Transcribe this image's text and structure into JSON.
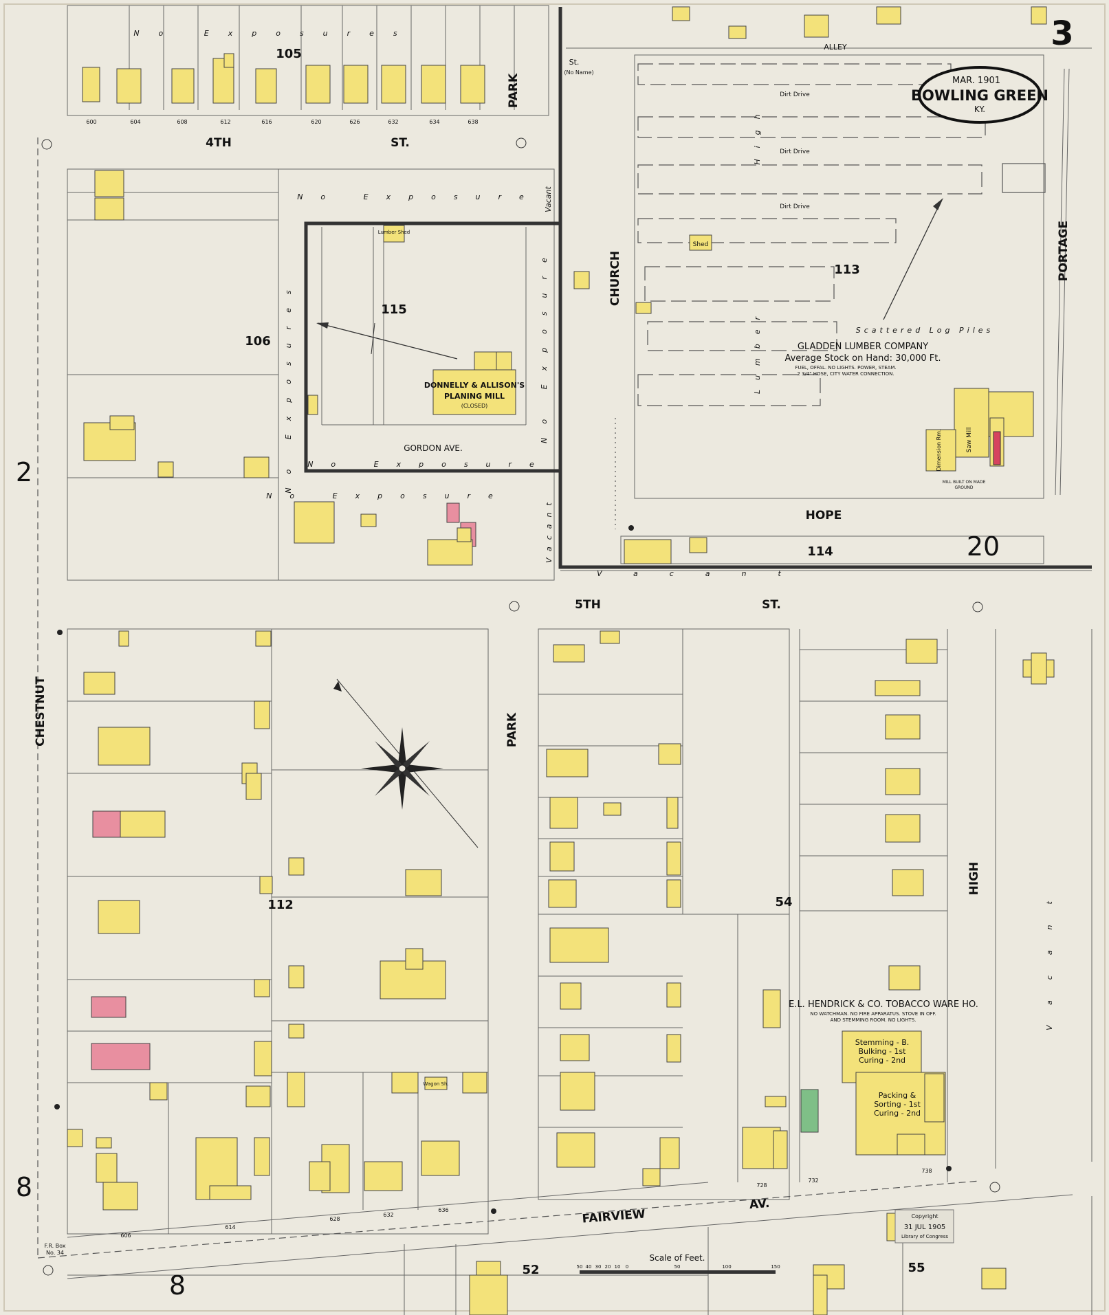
{
  "title": {
    "date": "MAR. 1901",
    "city": "BOWLING GREEN",
    "state": "KY."
  },
  "sheet_number": "3",
  "adjacent_sheets": {
    "left_upper": "2",
    "left_lower": "8",
    "bottom": "8",
    "right": "20",
    "blocks": [
      "52",
      "55",
      "54"
    ]
  },
  "streets": {
    "fourth": "4TH",
    "fourth_st": "ST.",
    "fifth": "5TH",
    "fifth_st": "ST.",
    "park_upper": "PARK",
    "park_lower": "PARK",
    "church": "CHURCH",
    "chestnut": "CHESTNUT",
    "high": "HIGH",
    "portage": "PORTAGE",
    "hope": "HOPE",
    "fairview": "FAIRVIEW",
    "fairview_av": "AV.",
    "gordon": "GORDON AVE.",
    "alley": "ALLEY",
    "st_no_name": "St.",
    "no_name": "(No Name)"
  },
  "blocks": {
    "b105": "105",
    "b106": "106",
    "b115": "115",
    "b113": "113",
    "b114": "114",
    "b112": "112",
    "b54": "54",
    "b52": "52",
    "b55": "55",
    "b20": "20",
    "b8": "8",
    "b2": "2",
    "b8_left": "8"
  },
  "labels": {
    "no_exposures": "No Exposures",
    "no_exposure": "No Exposure",
    "vacant": "Vacant",
    "dirt_drive": "Dirt Drive",
    "lumber": "Lumber",
    "high_rotated": "High",
    "scattered_log_piles": "Scattered Log Piles",
    "planing_mill_line1": "DONNELLY & ALLISON'S",
    "planing_mill_line2": "PLANING MILL",
    "planing_mill_line3": "(CLOSED)",
    "lumber_shed": "Lumber Shed",
    "gladden_title": "GLADDEN LUMBER COMPANY",
    "gladden_stock": "Average Stock on Hand: 30,000 Ft.",
    "gladden_note1": "FUEL, OFFAL. NO LIGHTS. POWER, STEAM.",
    "gladden_note2": "2 3/4\" HOSE, CITY WATER CONNECTION.",
    "saw_mill": "Saw Mill",
    "dimension_rm": "Dimension Rm.",
    "mill_note1": "MILL BUILT ON MADE",
    "mill_note2": "GROUND",
    "shed": "Shed",
    "hendrick_title": "E.L. HENDRICK & CO. TOBACCO WARE HO.",
    "hendrick_note1": "NO WATCHMAN. NO FIRE APPARATUS. STOVE IN OFF.",
    "hendrick_note2": "AND STEMMING ROOM. NO LIGHTS.",
    "stemming1": "Stemming - B.",
    "stemming2": "Bulking - 1st",
    "stemming3": "Curing - 2nd",
    "packing1": "Packing &",
    "packing2": "Sorting - 1st",
    "packing3": "Curing - 2nd",
    "wagon_sh": "Wagon Sh.",
    "scale": "Scale of Feet.",
    "scale_ticks": [
      "50",
      "40",
      "30",
      "20",
      "10",
      "0",
      "50",
      "100",
      "150"
    ],
    "stamp1": "Copyright",
    "stamp2": "31 JUL 1905",
    "stamp3": "Library of Congress",
    "fr_box": "F.R. Box",
    "fr_no": "No. 34"
  },
  "house_numbers_4th": [
    "600",
    "604",
    "608",
    "612",
    "616",
    "620",
    "626",
    "632",
    "634",
    "638"
  ],
  "house_numbers_fairview": [
    "606",
    "614",
    "628",
    "632",
    "636",
    "728",
    "732",
    "738"
  ],
  "colors": {
    "paper": "#ece9df",
    "frame": "#f3e27a",
    "brick": "#e88fa0",
    "stone": "#7fbf87",
    "ink": "#111111"
  }
}
